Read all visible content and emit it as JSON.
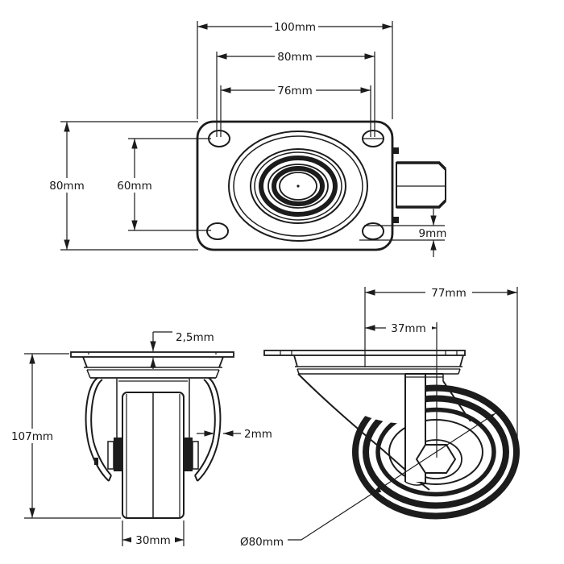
{
  "page": {
    "background": "#ffffff",
    "line_color": "#1c1c1c"
  },
  "views": {
    "top_view": {
      "dimensions": {
        "plate_width": "100mm",
        "hole_spacing_outer": "80mm",
        "hole_spacing_inner": "76mm",
        "plate_depth": "80mm",
        "hole_spacing_depth": "60mm",
        "slot_width": "9mm"
      }
    },
    "front_view": {
      "dimensions": {
        "plate_thickness": "2,5mm",
        "overall_height": "107mm",
        "fork_thickness": "2mm",
        "wheel_width": "30mm"
      }
    },
    "side_view": {
      "dimensions": {
        "plate_length": "77mm",
        "swivel_offset": "37mm",
        "wheel_diameter": "Ø80mm"
      }
    }
  }
}
